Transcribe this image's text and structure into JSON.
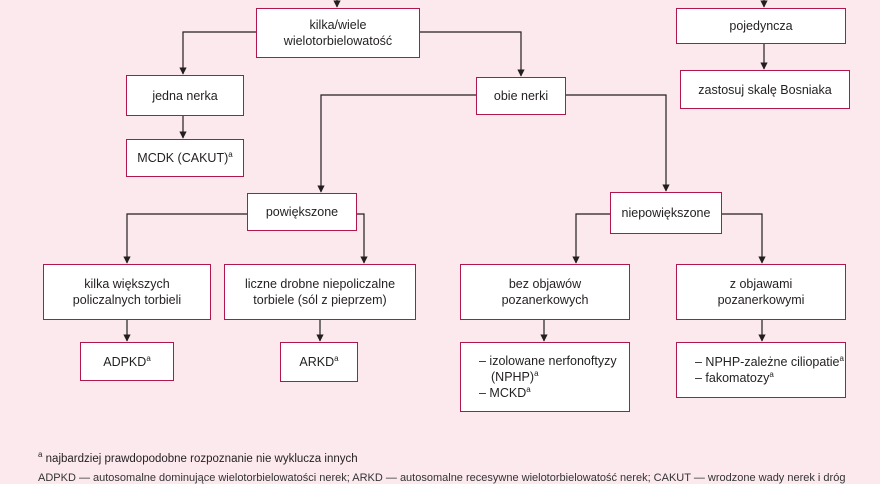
{
  "nodes": {
    "multi": [
      "kilka/wiele",
      "wielotorbielowatość"
    ],
    "single": "pojedyncza",
    "bosniak": "zastosuj skalę Bosniaka",
    "one_kidney": "jedna nerka",
    "both_kidneys": "obie nerki",
    "mcdk": "MCDK (CAKUT)",
    "enlarged": "powiększone",
    "not_enlarged": "niepowiększone",
    "large_cysts": [
      "kilka większych",
      "policzalnych torbieli"
    ],
    "small_cysts": [
      "liczne drobne niepoliczalne",
      "torbiele (sól z pieprzem)"
    ],
    "no_extrarenal": [
      "bez objawów",
      "pozanerkowych"
    ],
    "extrarenal": [
      "z objawami",
      "pozanerkowymi"
    ],
    "adpkd": "ADPKD",
    "arkd": "ARKD",
    "nphp_list": [
      "– izolowane nerfonoftyzy",
      "(NPHP)",
      "– MCKD"
    ],
    "ciliopathy_list": [
      "– NPHP-zależne ciliopatie",
      "– fakomatozy"
    ]
  },
  "footnote_mark": "a",
  "footnote": "najbardziej prawdopodobne rozpoznanie nie wyklucza innych",
  "footnote2": "ADPKD — autosomalne dominujące wielotorbielowatości nerek; ARKD — autosomalne recesywne wielotorbielowatość nerek; CAKUT — wrodzone wady nerek i dróg"
}
